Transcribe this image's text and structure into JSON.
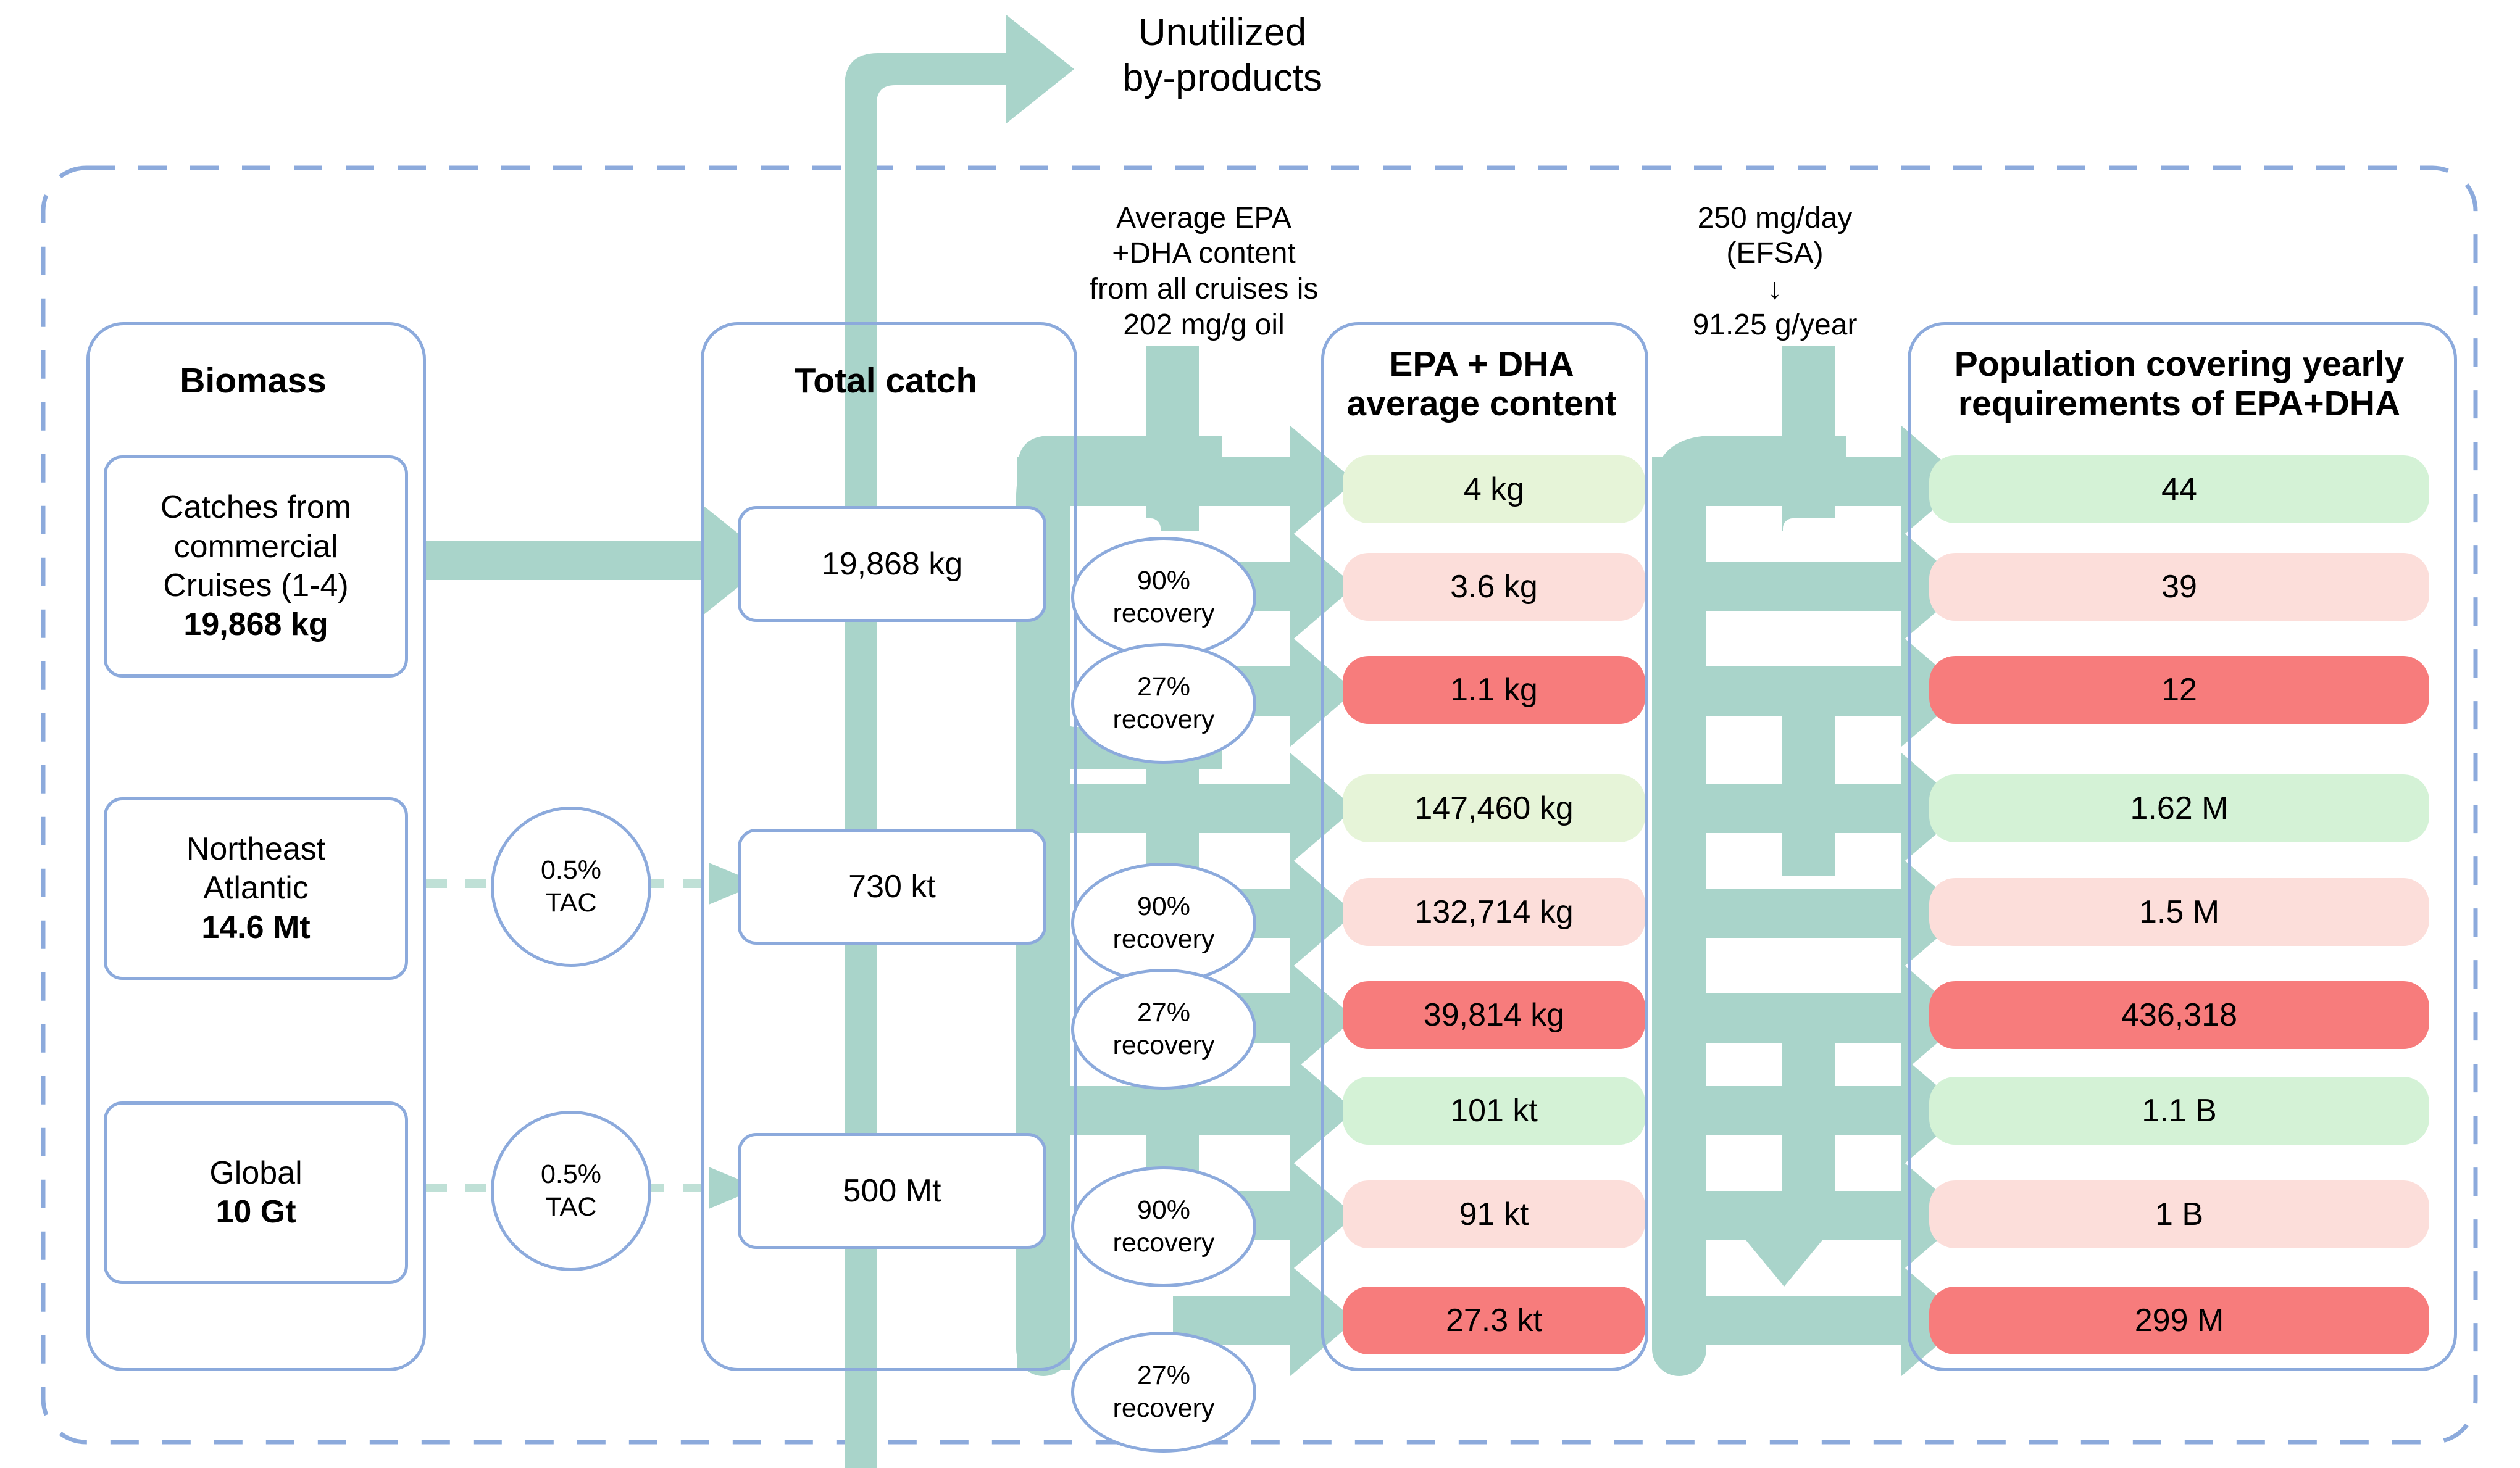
{
  "diagram": {
    "title_flow": "Fish catch to EPA+DHA population coverage flow",
    "top_label": "Unutilized\nby-products",
    "top_label_line1": "Unutilized",
    "top_label_line2": "by-products",
    "note_epa": "Average EPA\n+DHA content\nfrom all cruises is\n202 mg/g oil",
    "note_epa_lines": [
      "Average EPA",
      "+DHA content",
      "from all cruises is",
      "202 mg/g oil"
    ],
    "note_efsa_lines": [
      "250 mg/day",
      "(EFSA)",
      "↓",
      "91.25 g/year"
    ]
  },
  "columns": {
    "biomass": {
      "header": "Biomass",
      "items": [
        {
          "line1": "Catches from",
          "line2": "commercial",
          "line3": "Cruises (1-4)",
          "value": "19,868 kg"
        },
        {
          "line1": "Northeast",
          "line2": "Atlantic",
          "line3": "",
          "value": "14.6 Mt"
        },
        {
          "line1": "Global",
          "line2": "",
          "line3": "",
          "value": "10 Gt"
        }
      ]
    },
    "tac": {
      "items": [
        {
          "line1": "0.5%",
          "line2": "TAC"
        },
        {
          "line1": "0.5%",
          "line2": "TAC"
        }
      ]
    },
    "total_catch": {
      "header": "Total catch",
      "items": [
        {
          "value": "19,868 kg"
        },
        {
          "value": "730 kt"
        },
        {
          "value": "500 Mt"
        }
      ]
    },
    "recovery": {
      "items": [
        {
          "line1": "90%",
          "line2": "recovery"
        },
        {
          "line1": "27%",
          "line2": "recovery"
        },
        {
          "line1": "90%",
          "line2": "recovery"
        },
        {
          "line1": "27%",
          "line2": "recovery"
        },
        {
          "line1": "90%",
          "line2": "recovery"
        },
        {
          "line1": "27%",
          "line2": "recovery"
        }
      ]
    },
    "epa_dha": {
      "header_line1": "EPA + DHA",
      "header_line2": "average content",
      "values": [
        "4 kg",
        "3.6 kg",
        "1.1 kg",
        "147,460 kg",
        "132,714 kg",
        "39,814 kg",
        "101 kt",
        "91 kt",
        "27.3 kt"
      ]
    },
    "population": {
      "header_line1": "Population covering yearly",
      "header_line2": "requirements of EPA+DHA",
      "values": [
        "44",
        "39",
        "12",
        "1.62 M",
        "1.5 M",
        "436,318",
        "1.1 B",
        "1 B",
        "299 M"
      ]
    }
  },
  "colors": {
    "outline_blue": "#8caadc",
    "flow_teal": "#a9d4ca",
    "pill_green_left": "#e6f4d8",
    "pill_green_right": "#d4f2d6",
    "pill_pink": "#fcdeda",
    "pill_red": "#f77c7c",
    "dashed_border": "#8caadc",
    "dashed_teal": "#bfe0d6"
  },
  "pill_tone_sequence": [
    "green",
    "pink",
    "red",
    "green",
    "pink",
    "red",
    "green",
    "pink",
    "red"
  ]
}
